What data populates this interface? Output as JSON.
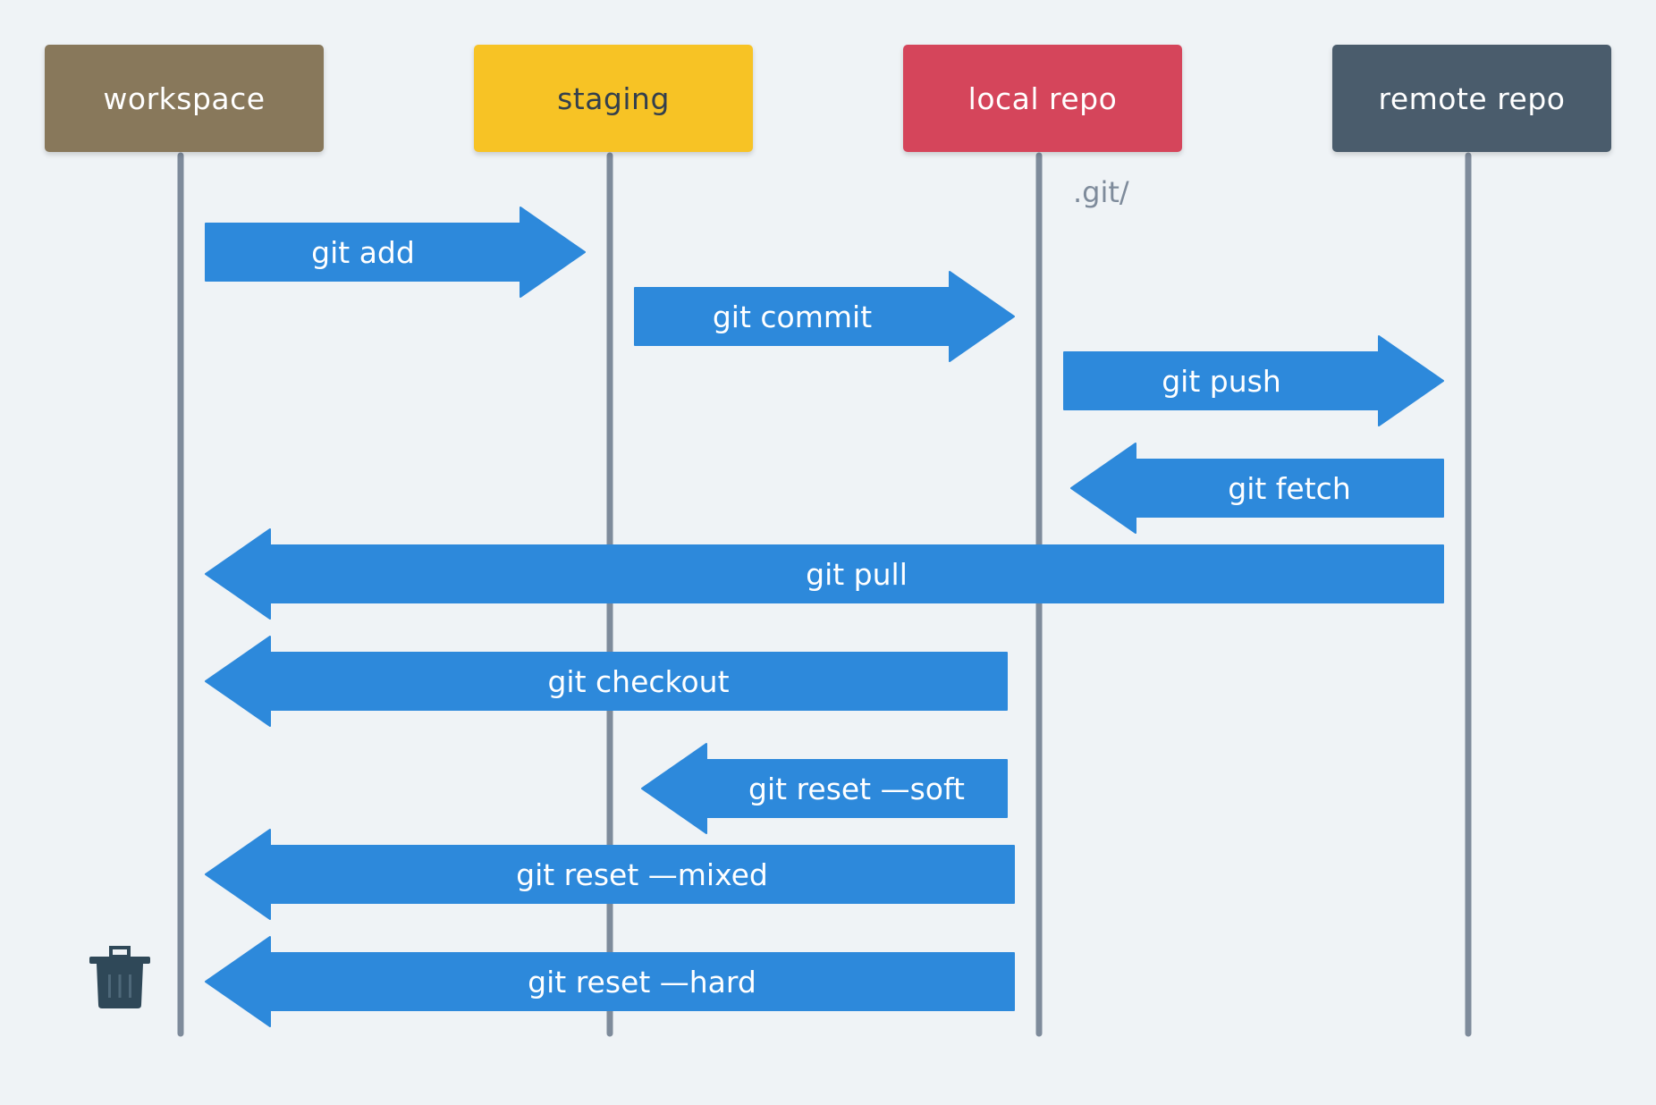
{
  "columns": [
    {
      "id": "workspace",
      "label": "workspace",
      "bg": "#88785b",
      "fg": "#ffffff"
    },
    {
      "id": "staging",
      "label": "staging",
      "bg": "#f7c325",
      "fg": "#333f4d"
    },
    {
      "id": "local-repo",
      "label": "local repo",
      "bg": "#d5455b",
      "fg": "#ffffff"
    },
    {
      "id": "remote-repo",
      "label": "remote repo",
      "bg": "#4a5c6c",
      "fg": "#ffffff"
    }
  ],
  "local_repo_path": ".git/",
  "commands": [
    {
      "label": "git add",
      "from": "workspace",
      "to": "staging",
      "direction": "right"
    },
    {
      "label": "git commit",
      "from": "staging",
      "to": "local-repo",
      "direction": "right"
    },
    {
      "label": "git push",
      "from": "local-repo",
      "to": "remote-repo",
      "direction": "right"
    },
    {
      "label": "git fetch",
      "from": "remote-repo",
      "to": "local-repo",
      "direction": "left"
    },
    {
      "label": "git pull",
      "from": "remote-repo",
      "to": "workspace",
      "direction": "left"
    },
    {
      "label": "git checkout",
      "from": "local-repo",
      "to": "workspace",
      "direction": "left"
    },
    {
      "label": "git reset —soft",
      "from": "local-repo",
      "to": "staging",
      "direction": "left"
    },
    {
      "label": "git reset —mixed",
      "from": "local-repo",
      "to": "workspace",
      "direction": "left"
    },
    {
      "label": "git reset —hard",
      "from": "local-repo",
      "to": "workspace",
      "direction": "left"
    }
  ],
  "colors": {
    "background": "#eff3f6",
    "lifeline": "#7e8b9b",
    "arrow": "#2d89db",
    "arrow_text": "#ffffff",
    "trash": "#2f4858"
  },
  "icons": {
    "trash": "trash-icon"
  }
}
